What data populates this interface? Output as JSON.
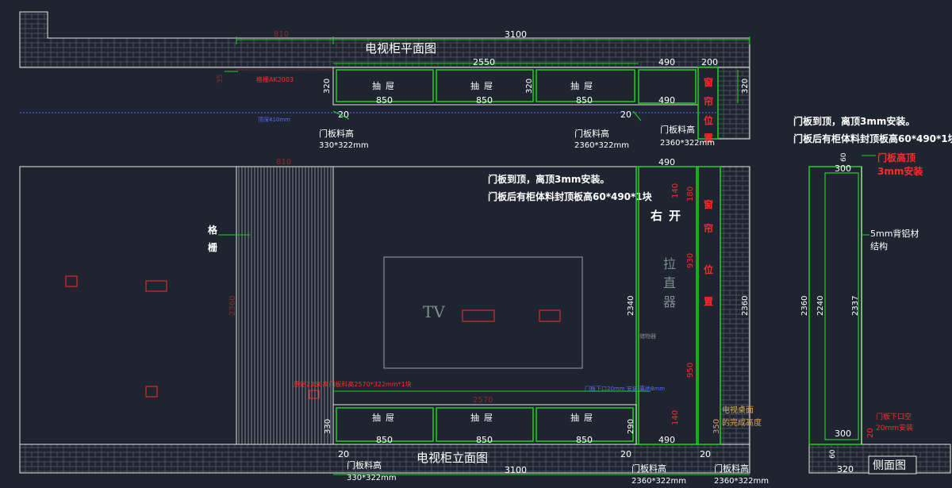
{
  "colors": {
    "background": "#1f2530",
    "line_white": "#e6e6e6",
    "line_green": "#1dd31d",
    "text_white": "#ffffff",
    "text_red": "#ff2a2a",
    "text_gray": "#7f8c8d",
    "text_blue": "#5a6cff",
    "text_orange": "#d7a45a"
  },
  "plan": {
    "title": "电视柜平面图",
    "dim_total": "3100",
    "dim_grille": "810",
    "dim_cabinet": "2550",
    "dim_depth": "320",
    "dim_right": "490",
    "dim_curtain": "200",
    "dim_small": "35",
    "red_note": "格栅AK2003",
    "blue_note": "顶深410mm",
    "drawer_label": "抽屉",
    "drawer_widths": [
      "850",
      "850",
      "850"
    ],
    "dim_gap": "20",
    "curtain_vertical": "窗帘位置",
    "door_note_1": "门板料高",
    "door_note_1_size": "330*322mm",
    "door_note_2": "门板料高",
    "door_note_2_size": "2360*322mm",
    "door_note_3": "门板料高",
    "door_note_3_size": "2360*322mm"
  },
  "elevation": {
    "title": "电视柜立面图",
    "dim_grille": "810",
    "dim_total_height": "2360",
    "dim_total_width": "3100",
    "grille_label": "格栅",
    "tv_label": "TV",
    "note_line_1": "门板到顶，离顶3mm安装。",
    "note_line_2": "门板后有柜体料封顶板高60*490*1块",
    "right_open": "右开",
    "device_label": "拉直器",
    "small_device": "储物器",
    "dim_right_top": "490",
    "dim_right_bottom": "490",
    "dim_140a": "140",
    "dim_180": "180",
    "dim_930": "930",
    "dim_950": "950",
    "dim_140b": "140",
    "dim_2340": "2340",
    "dim_290": "290",
    "dim_350": "350",
    "dim_330": "330",
    "dim_2570": "2570",
    "drawer_label": "抽屉",
    "drawer_widths": [
      "850",
      "850",
      "850"
    ],
    "red_left_note": "原始2360高门板料高2570*322mm*1块",
    "blue_note": "门板下口20mm 安装 离地8mm",
    "desk_note": "电视桌面的完成高度",
    "curtain_vertical": "窗帘位置",
    "dim_gap": "20",
    "bottom_note_1": "门板料高",
    "bottom_note_1_size": "330*322mm",
    "bottom_note_2": "门板料高",
    "bottom_note_2_size": "2360*322mm",
    "bottom_note_3": "门板料高",
    "bottom_note_3_size": "2360*322mm"
  },
  "side": {
    "title": "侧面图",
    "note_line_1": "门板到顶，离顶3mm安装。",
    "note_line_2": "门板后有柜体料封顶板高60*490*1块",
    "red_top_1": "门板高顶",
    "red_top_2": "3mm安装",
    "dim_top": "300",
    "dim_bottom": "300",
    "dim_60a": "60",
    "dim_60b": "60",
    "dim_20": "20",
    "dim_320": "320",
    "dim_2360": "2360",
    "dim_2240": "2240",
    "dim_2337": "2337",
    "struct_1": "5mm背铝材",
    "struct_2": "结构",
    "red_bottom_1": "门板下口空",
    "red_bottom_2": "20mm安装"
  }
}
